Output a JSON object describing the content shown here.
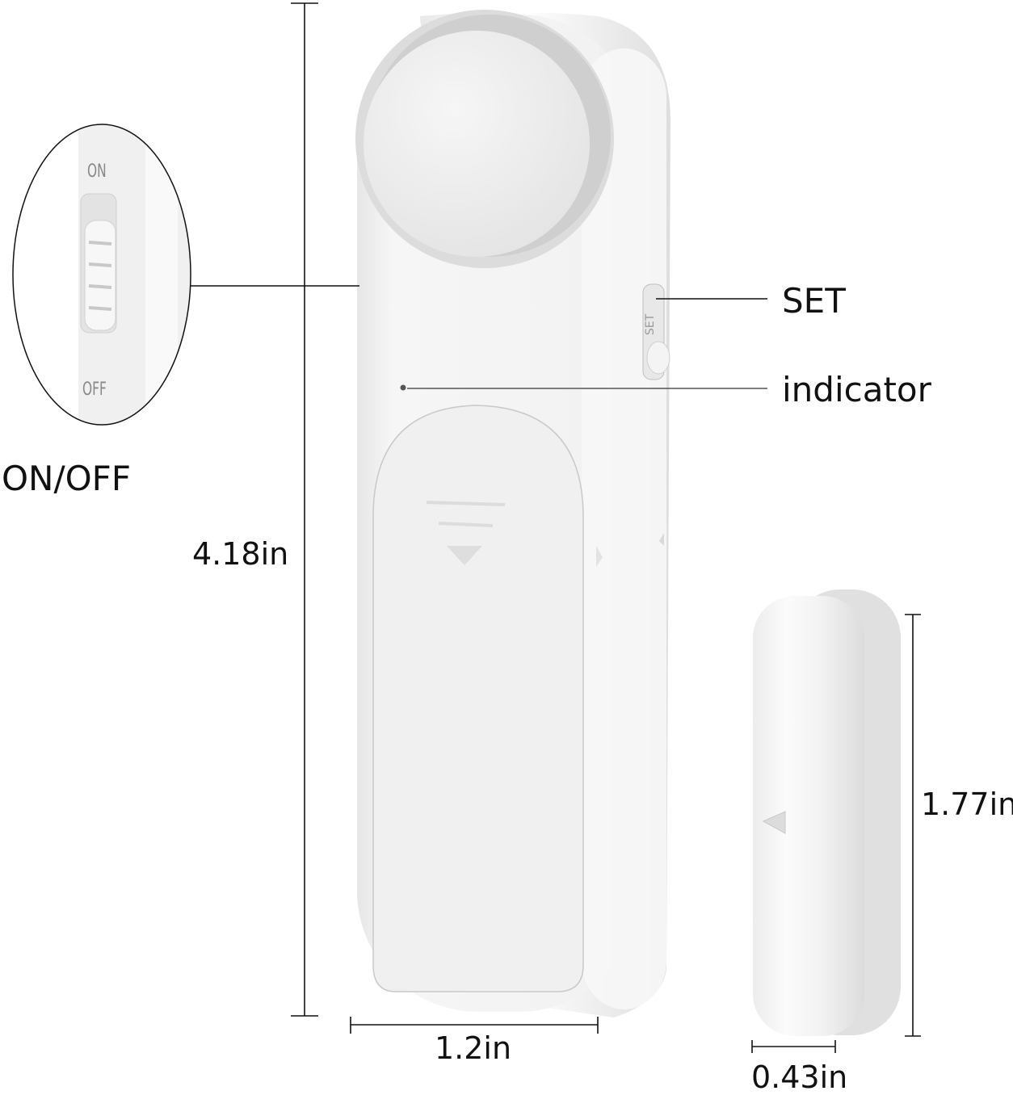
{
  "diagram": {
    "subject": "door/window alarm sensor",
    "main_unit": {
      "height_label": "4.18in",
      "width_label": "1.2in",
      "callouts": {
        "set": "SET",
        "indicator": "indicator"
      },
      "engraved_set_text": "SET"
    },
    "magnet_unit": {
      "height_label": "1.77in",
      "width_label": "0.43in"
    },
    "switch_inset": {
      "label": "ON/OFF",
      "on_text": "ON",
      "off_text": "OFF"
    }
  },
  "colors": {
    "background": "#ffffff",
    "device_body": "#f1f1f1",
    "device_shadow": "#d6d6d6",
    "line": "#111111",
    "text": "#111111"
  }
}
